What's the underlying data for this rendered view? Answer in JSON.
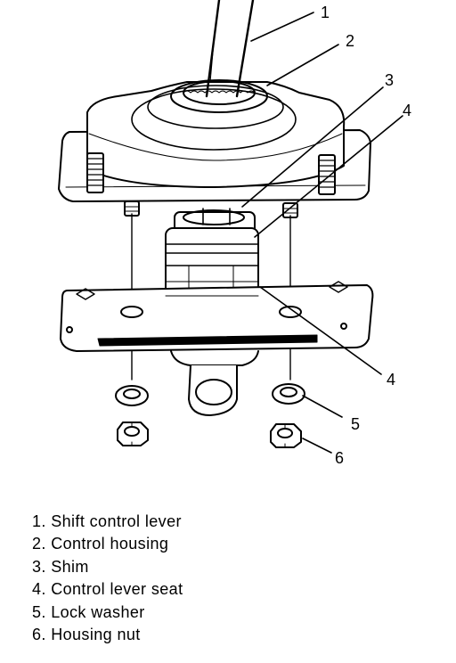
{
  "callouts": [
    "1",
    "2",
    "3",
    "4",
    "4",
    "5",
    "6"
  ],
  "legend": [
    "1. Shift control lever",
    "2. Control housing",
    "3. Shim",
    "4. Control lever seat",
    "5. Lock washer",
    "6. Housing nut"
  ]
}
